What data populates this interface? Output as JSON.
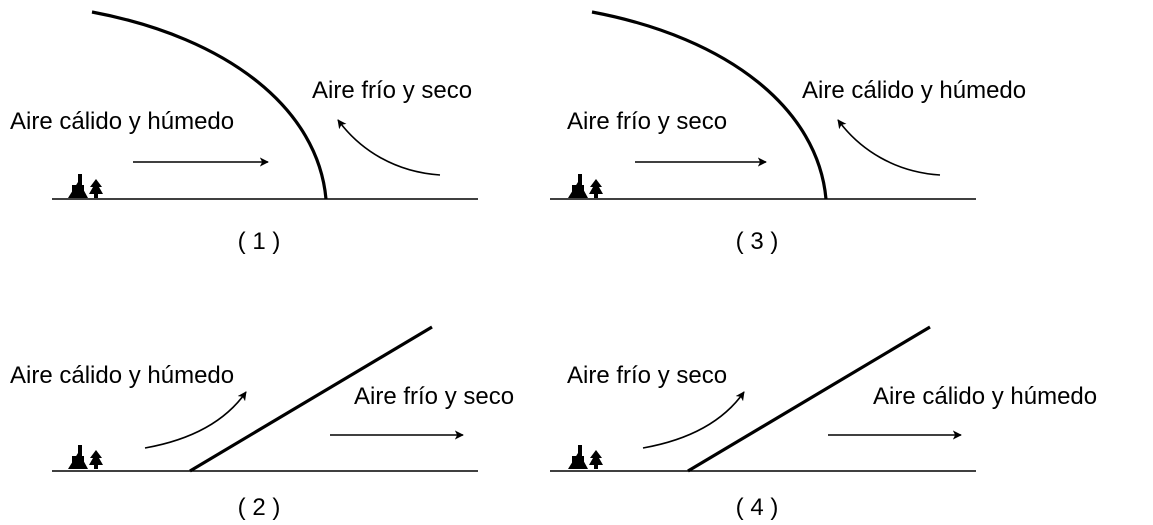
{
  "panels": [
    {
      "caption": "( 1 )",
      "left_label": "Aire cálido y húmedo",
      "right_label": "Aire frío y seco"
    },
    {
      "caption": "( 2 )",
      "left_label": "Aire cálido y húmedo",
      "right_label": "Aire frío y seco"
    },
    {
      "caption": "( 3 )",
      "left_label": "Aire frío y seco",
      "right_label": "Aire cálido y húmedo"
    },
    {
      "caption": "( 4 )",
      "left_label": "Aire frío y seco",
      "right_label": "Aire cálido y húmedo"
    }
  ],
  "icons": {
    "house": "house-icon",
    "tree": "tree-icon",
    "arrow": "arrow-icon"
  }
}
